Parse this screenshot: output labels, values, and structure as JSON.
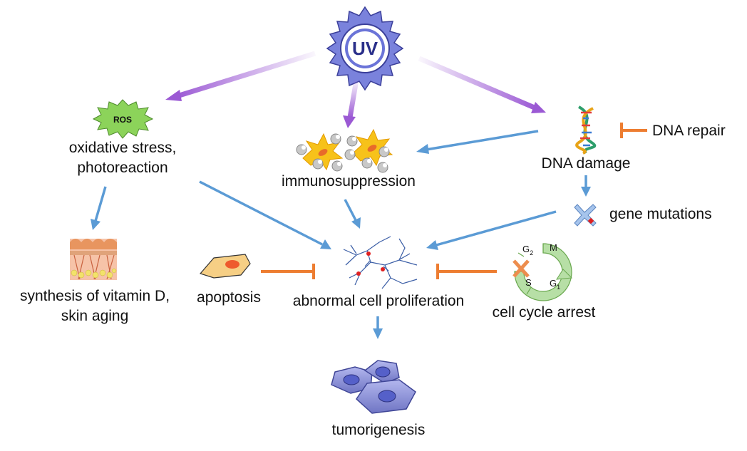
{
  "colors": {
    "uv_blue": "#6b74d8",
    "purple_arrow": "#9b59d4",
    "blue_arrow": "#5b9bd5",
    "inhibit": "#ed7d31",
    "ros_green": "#8cd35a",
    "cell_blue": "#8d93d6"
  },
  "icons": {
    "uv": "sun-icon",
    "ros": "starburst-icon",
    "immune": "immune-cells-icon",
    "dna": "dna-helix-icon",
    "chromosome": "chromosome-icon",
    "skin": "skin-layers-icon",
    "apoptotic": "apoptotic-cell-icon",
    "neurons": "proliferating-cells-icon",
    "cycle": "cell-cycle-icon",
    "tumor": "tumor-cells-icon"
  },
  "labels": {
    "uv": "UV",
    "ros": "ROS",
    "oxidative_line1": "oxidative stress,",
    "oxidative_line2": "photoreaction",
    "immunosuppression": "immunosuppression",
    "dna_damage": "DNA damage",
    "dna_repair": "DNA repair",
    "gene_mutations": "gene mutations",
    "vitamin_line1": "synthesis of vitamin D,",
    "vitamin_line2": "skin aging",
    "apoptosis": "apoptosis",
    "abnormal": "abnormal cell proliferation",
    "cell_cycle_arrest": "cell cycle arrest",
    "tumorigenesis": "tumorigenesis",
    "cycle_g2": "G",
    "cycle_g2_sub": "2",
    "cycle_m": "M",
    "cycle_s": "S",
    "cycle_g1": "G",
    "cycle_g1_sub": "1"
  }
}
